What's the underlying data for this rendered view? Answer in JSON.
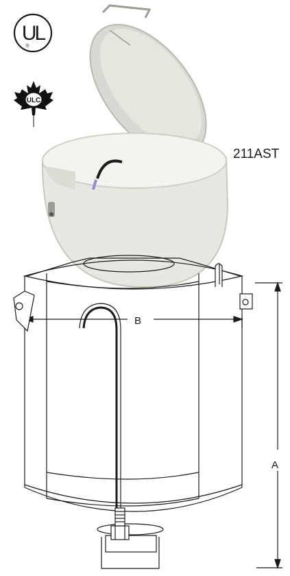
{
  "certifications": {
    "ul_mark": {
      "text": "UL",
      "registered": "®"
    },
    "ulc_mark": {
      "text": "ULC"
    }
  },
  "product": {
    "model": "211AST"
  },
  "dimensions": {
    "width_label": "B",
    "height_label": "A"
  }
}
